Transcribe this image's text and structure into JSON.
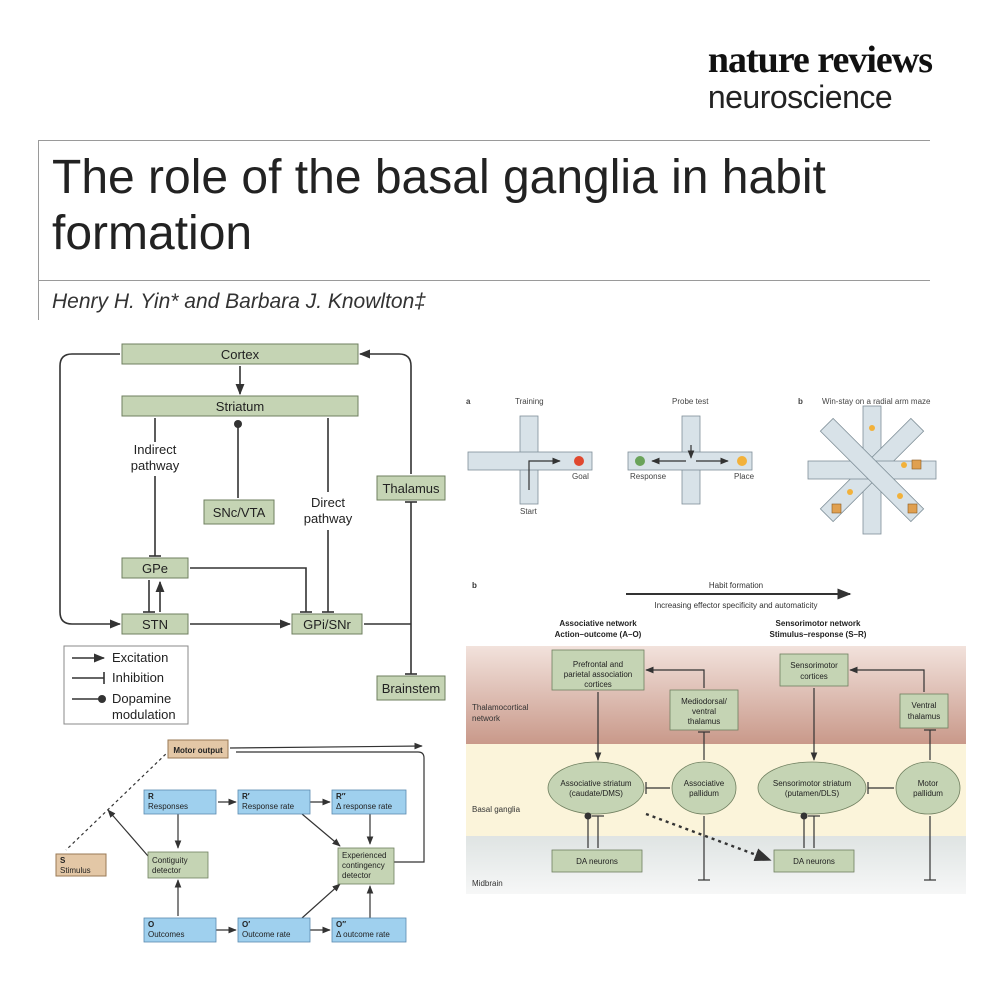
{
  "journal": {
    "line1": "nature reviews",
    "line2": "neuroscience"
  },
  "article": {
    "title": "The role of the basal ganglia in habit formation",
    "authors": "Henry H. Yin* and Barbara J. Knowlton‡"
  },
  "fig1": {
    "cortex": "Cortex",
    "striatum": "Striatum",
    "indirect1": "Indirect",
    "indirect2": "pathway",
    "direct1": "Direct",
    "direct2": "pathway",
    "snc": "SNc/VTA",
    "thalamus": "Thalamus",
    "gpe": "GPe",
    "stn": "STN",
    "gpi": "GPi/SNr",
    "brainstem": "Brainstem",
    "legend": [
      "Excitation",
      "Inhibition",
      "Dopamine",
      "modulation"
    ]
  },
  "fig2": {
    "panel_a": "a",
    "training": "Training",
    "probe": "Probe test",
    "goal": "Goal",
    "start": "Start",
    "response": "Response",
    "place": "Place",
    "panel_b": "b",
    "winstay": "Win-stay on a radial arm maze",
    "colors": {
      "goal": "#e0482f",
      "response": "#6aa35a",
      "place": "#f2b13a"
    }
  },
  "fig3": {
    "motor_output": "Motor output",
    "r_letter": "R",
    "r_label": "Responses",
    "r1_letter": "R′",
    "r1_label": "Response rate",
    "r2_letter": "R″",
    "r2_label": "Δ response rate",
    "contig1": "Contiguity",
    "contig2": "detector",
    "exp1": "Experienced",
    "exp2": "contingency",
    "exp3": "detector",
    "s_letter": "S",
    "s_label": "Stimulus",
    "o_letter": "O",
    "o_label": "Outcomes",
    "o1_letter": "O′",
    "o1_label": "Outcome rate",
    "o2_letter": "O″",
    "o2_label": "Δ outcome rate"
  },
  "fig4": {
    "panel": "b",
    "habit": "Habit formation",
    "increasing": "Increasing effector specificity and automaticity",
    "assoc_net1": "Associative network",
    "assoc_net2": "Action–outcome (A–O)",
    "sensori_net1": "Sensorimotor network",
    "sensori_net2": "Stimulus–response (S–R)",
    "prefrontal1": "Prefrontal and",
    "prefrontal2": "parietal association",
    "prefrontal3": "cortices",
    "sensori_cort1": "Sensorimotor",
    "sensori_cort2": "cortices",
    "mediodorsal1": "Mediodorsal/",
    "mediodorsal2": "ventral",
    "mediodorsal3": "thalamus",
    "ventral1": "Ventral",
    "ventral2": "thalamus",
    "thalamo1": "Thalamocortical",
    "thalamo2": "network",
    "bg": "Basal ganglia",
    "midbrain": "Midbrain",
    "assoc_str1": "Associative striatum",
    "assoc_str2": "(caudate/DMS)",
    "assoc_pal1": "Associative",
    "assoc_pal2": "pallidum",
    "sensori_str1": "Sensorimotor striatum",
    "sensori_str2": "(putamen/DLS)",
    "motor_pal1": "Motor",
    "motor_pal2": "pallidum",
    "da": "DA neurons"
  }
}
